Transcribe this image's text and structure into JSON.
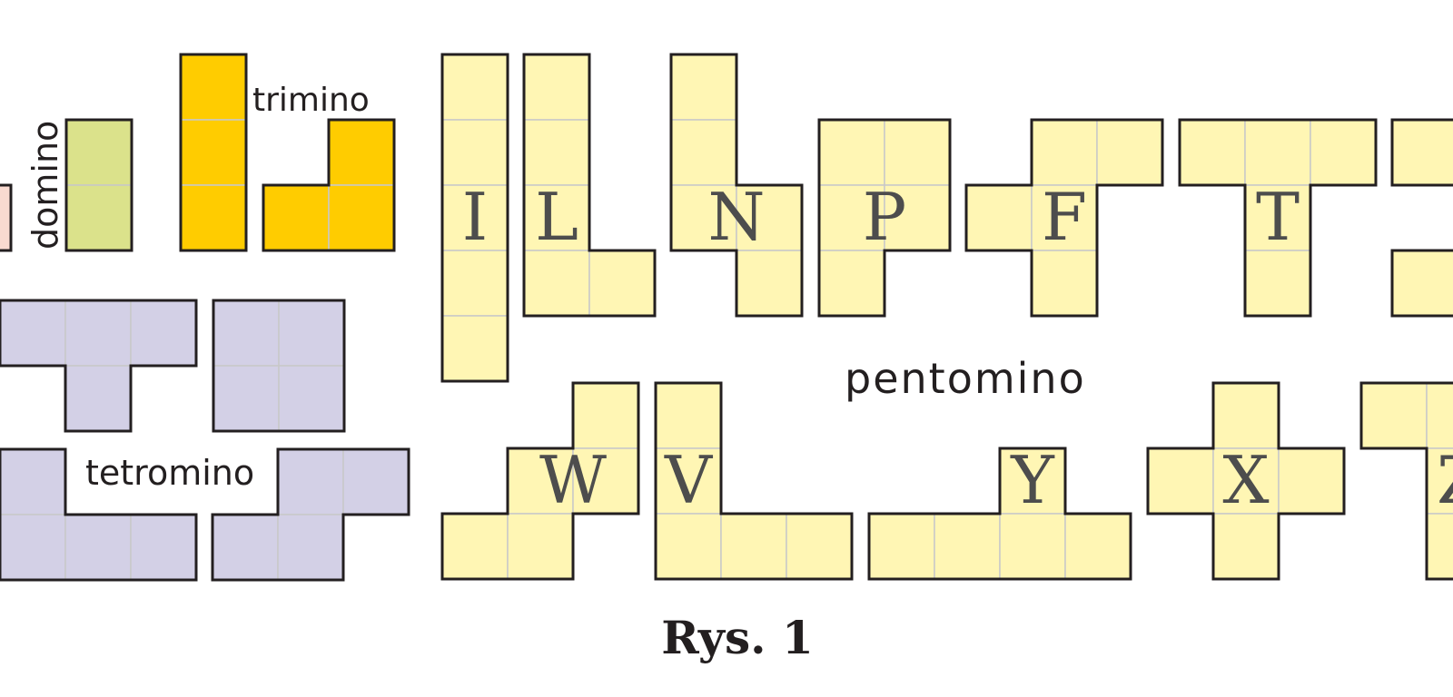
{
  "labels": {
    "domino": "domino",
    "trimino": "trimino",
    "tetromino": "tetromino",
    "pentomino": "pentomino",
    "caption": "Rys. 1"
  },
  "colors": {
    "monomino": "#f9dad0",
    "domino": "#dbe28b",
    "trimino": "#ffcc00",
    "tetromino": "#d3d0e6",
    "pentomino": "#fff6b4",
    "outline": "#231f20",
    "inner_grid": "#c8c8c8"
  },
  "pieces": [
    {
      "name": "monomino-piece",
      "group": "monomino",
      "letter": ""
    },
    {
      "name": "domino-piece",
      "group": "domino",
      "letter": ""
    },
    {
      "name": "trimino-i-piece",
      "group": "trimino",
      "letter": ""
    },
    {
      "name": "trimino-l-piece",
      "group": "trimino",
      "letter": ""
    },
    {
      "name": "tetromino-t-piece",
      "group": "tetromino",
      "letter": ""
    },
    {
      "name": "tetromino-o-piece",
      "group": "tetromino",
      "letter": ""
    },
    {
      "name": "tetromino-l-piece",
      "group": "tetromino",
      "letter": ""
    },
    {
      "name": "tetromino-s-piece",
      "group": "tetromino",
      "letter": ""
    },
    {
      "name": "pentomino-i-piece",
      "group": "pentomino",
      "letter": "I"
    },
    {
      "name": "pentomino-l-piece",
      "group": "pentomino",
      "letter": "L"
    },
    {
      "name": "pentomino-n-piece",
      "group": "pentomino",
      "letter": "N"
    },
    {
      "name": "pentomino-p-piece",
      "group": "pentomino",
      "letter": "P"
    },
    {
      "name": "pentomino-f-piece",
      "group": "pentomino",
      "letter": "F"
    },
    {
      "name": "pentomino-t-piece",
      "group": "pentomino",
      "letter": "T"
    },
    {
      "name": "pentomino-u-piece",
      "group": "pentomino",
      "letter": ""
    },
    {
      "name": "pentomino-w-piece",
      "group": "pentomino",
      "letter": "W"
    },
    {
      "name": "pentomino-v-piece",
      "group": "pentomino",
      "letter": "V"
    },
    {
      "name": "pentomino-y-piece",
      "group": "pentomino",
      "letter": "Y"
    },
    {
      "name": "pentomino-x-piece",
      "group": "pentomino",
      "letter": "X"
    },
    {
      "name": "pentomino-z-piece",
      "group": "pentomino",
      "letter": "Z"
    }
  ]
}
